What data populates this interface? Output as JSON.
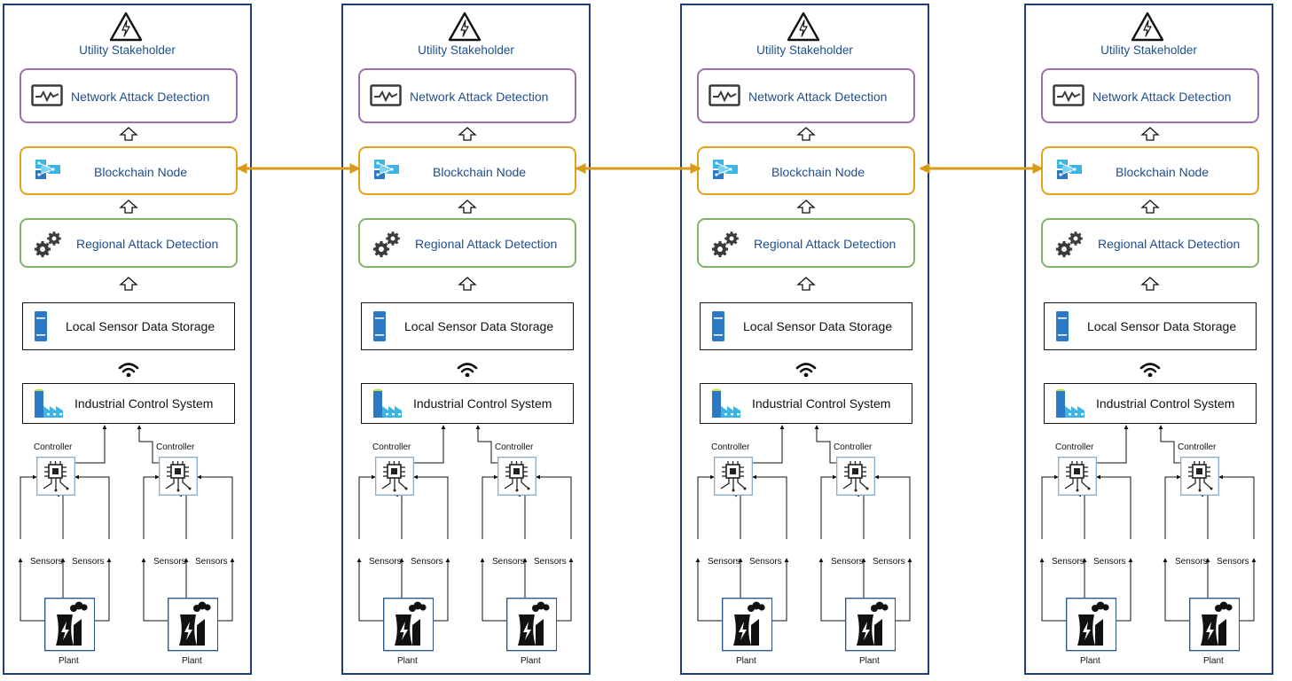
{
  "panel_count": 4,
  "labels": {
    "stakeholder": "Utility Stakeholder",
    "network_detection": "Network Attack Detection",
    "blockchain": "Blockchain Node",
    "regional_detection": "Regional Attack Detection",
    "storage": "Local Sensor Data Storage",
    "ics": "Industrial Control System",
    "controller": "Controller",
    "sensors": "Sensors",
    "plant": "Plant"
  },
  "colors": {
    "panel_border": "#1f3d7a",
    "network_border": "#9b6fb0",
    "blockchain_border": "#e3a21a",
    "regional_border": "#82b366",
    "label_blue": "#1f4e8c",
    "link_arrow": "#d99a16",
    "icon_blue": "#2b79c2",
    "icon_cyan": "#3bb5e6"
  },
  "icons": [
    "high-voltage-icon",
    "monitor-chart-icon",
    "blockchain-icon",
    "gears-icon",
    "server-icon",
    "wifi-icon",
    "factory-icon",
    "chip-icon",
    "sensor-icon",
    "power-plant-icon"
  ]
}
